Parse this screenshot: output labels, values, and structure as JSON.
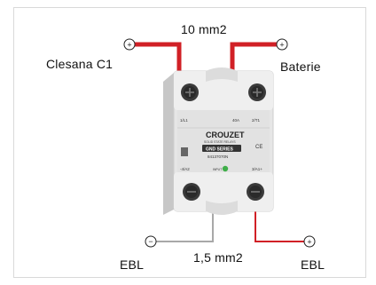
{
  "labels": {
    "top_wire": "10 mm2",
    "left_top": "Clesana C1",
    "right_top": "Baterie",
    "left_bottom": "EBL",
    "bottom_wire": "1,5 mm2",
    "right_bottom": "EBL"
  },
  "symbols": {
    "plus": "+",
    "minus": "−"
  },
  "device": {
    "brand": "CROUZET",
    "series": "GND SERIES",
    "subtitle": "SOLID STATE RELAYS",
    "part_number": "84137070N",
    "terminal_top_left": "1/L1",
    "terminal_top_right": "2/T1",
    "terminal_bottom_left": "-4/A2",
    "terminal_bottom_right": "3/A1+",
    "rating": "40A",
    "input_text": "INPUT",
    "ce_mark": "CE"
  },
  "colors": {
    "red_wire": "#d12026",
    "gray_wire": "#a8a8a8",
    "relay_body": "#e6e6e6"
  }
}
